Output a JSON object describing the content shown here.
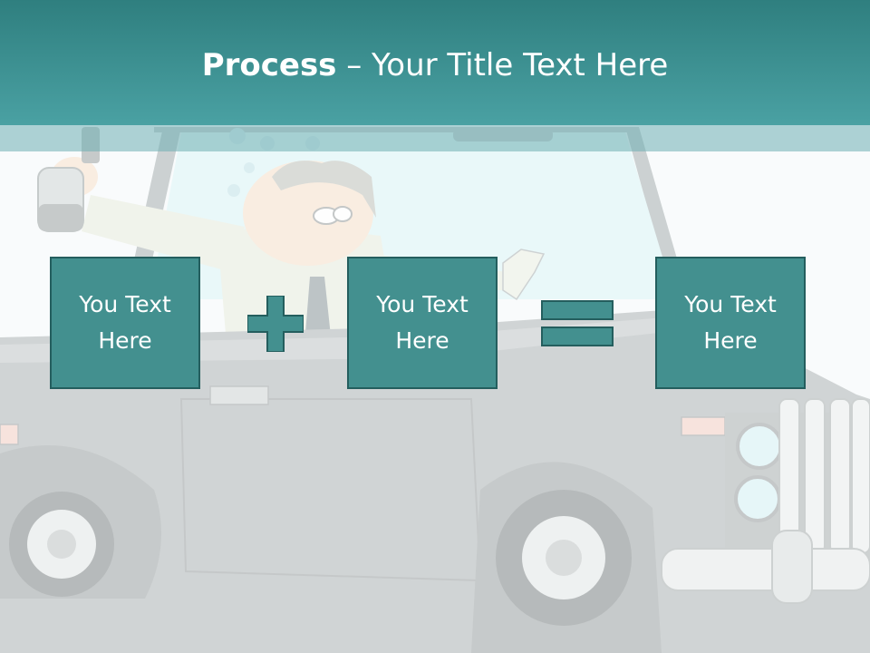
{
  "title": {
    "bold": "Process",
    "rest": " – Your Title Text Here"
  },
  "process": {
    "step1": "You Text\nHere",
    "operator1_icon": "plus-icon",
    "step2": "You Text\nHere",
    "operator2_icon": "equals-icon",
    "result": "You Text\nHere"
  },
  "background": {
    "illustration": "cartoon-man-driving-car",
    "accent_color": "#43908f",
    "header_color": "#2f7f7f"
  }
}
